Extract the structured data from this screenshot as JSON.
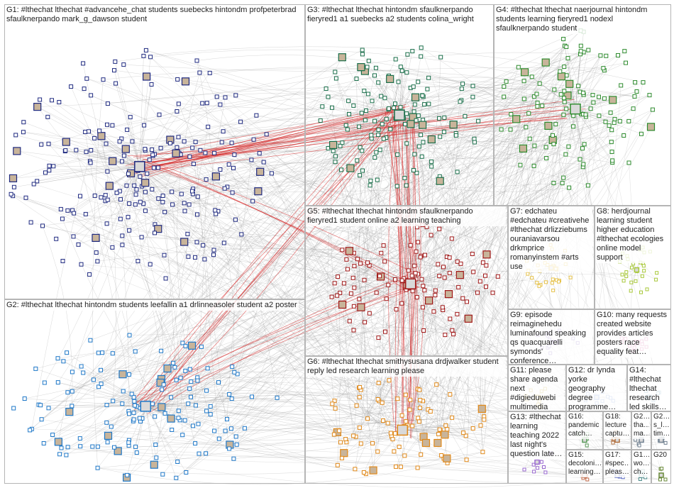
{
  "groups": [
    {
      "id": "G1",
      "label": "G1: #lthechat lthechat #advancehe_chat students suebecks hintondm profpeterbrad sfaulknerpando mark_g_dawson student",
      "color": "#1f2a80",
      "nodes": 220
    },
    {
      "id": "G2",
      "label": "G2: #lthechat lthechat hintondm students leefallin a1 drlinneasoler student a2 poster",
      "color": "#1f78c8",
      "nodes": 150
    },
    {
      "id": "G3",
      "label": "G3: #lthechat lthechat hintondm sfaulknerpando fieryred1 a1 suebecks a2 students colina_wright",
      "color": "#1a6e4a",
      "nodes": 140
    },
    {
      "id": "G4",
      "label": "G4: #lthechat lthechat naerjournal hintondm students learning fieryred1 nodexl sfaulknerpando student",
      "color": "#2e8b2e",
      "nodes": 120
    },
    {
      "id": "G5",
      "label": "G5: #lthechat lthechat hintondm sfaulknerpando fieryred1 student online a2 learning teaching",
      "color": "#a01818",
      "nodes": 110
    },
    {
      "id": "G6",
      "label": "G6: #lthechat lthechat smithysusana drdjwalker student reply led research learning please",
      "color": "#e0891a",
      "nodes": 90
    },
    {
      "id": "G7",
      "label": "G7: edchateu #edchateu #creativehe #lthechat drlizziebums ouraniavarsou drkmprice romanyinstem #arts use",
      "color": "#e6c24a",
      "nodes": 30
    },
    {
      "id": "G8",
      "label": "G8: herdjournal learning student higher education #lthechat ecologies online model support",
      "color": "#a8c83a",
      "nodes": 28
    },
    {
      "id": "G9",
      "label": "G9: episode reimaginehedu luminafound speaking qs quacquarelli symonds' conference…",
      "color": "#8a6ec0",
      "nodes": 14
    },
    {
      "id": "G10",
      "label": "G10: many requests created website provides articles posters race equality feat…",
      "color": "#d05a9a",
      "nodes": 12
    },
    {
      "id": "G11",
      "label": "G11: please share agenda next #digieduwebi multimedia accessibility…",
      "color": "#c0a030",
      "nodes": 10
    },
    {
      "id": "G12",
      "label": "G12: dr lynda yorke geography degree programme…",
      "color": "#7a9ad8",
      "nodes": 8
    },
    {
      "id": "G14",
      "label": "G14: #lthechat lthechat research led skills…",
      "color": "#6aa0b8",
      "nodes": 7
    },
    {
      "id": "G13",
      "label": "G13: #lthechat learning teaching 2022 last night's question late…",
      "color": "#9a6ad0",
      "nodes": 8
    },
    {
      "id": "G16",
      "label": "G16: pandemic catch…",
      "color": "#5a9a5a",
      "nodes": 5
    },
    {
      "id": "G18",
      "label": "G18: lecture captu…",
      "color": "#b07040",
      "nodes": 5
    },
    {
      "id": "G2a",
      "label": "G2… tha… ma…",
      "color": "#708090",
      "nodes": 4
    },
    {
      "id": "G2b",
      "label": "G2… s_l… tim…",
      "color": "#708090",
      "nodes": 4
    },
    {
      "id": "G15",
      "label": "G15: decoloni… learning…",
      "color": "#c06a4a",
      "nodes": 5
    },
    {
      "id": "G17",
      "label": "G17: #spec… pleas…",
      "color": "#5a6ac0",
      "nodes": 4
    },
    {
      "id": "G1x",
      "label": "G1… wo… ch…",
      "color": "#4a8a8a",
      "nodes": 4
    },
    {
      "id": "G20",
      "label": "G20",
      "color": "#6a8a3a",
      "nodes": 4
    }
  ],
  "colors": {
    "edge": "#8c8c8c",
    "edge_strong": "#d42020",
    "border": "#b5b5b5"
  }
}
